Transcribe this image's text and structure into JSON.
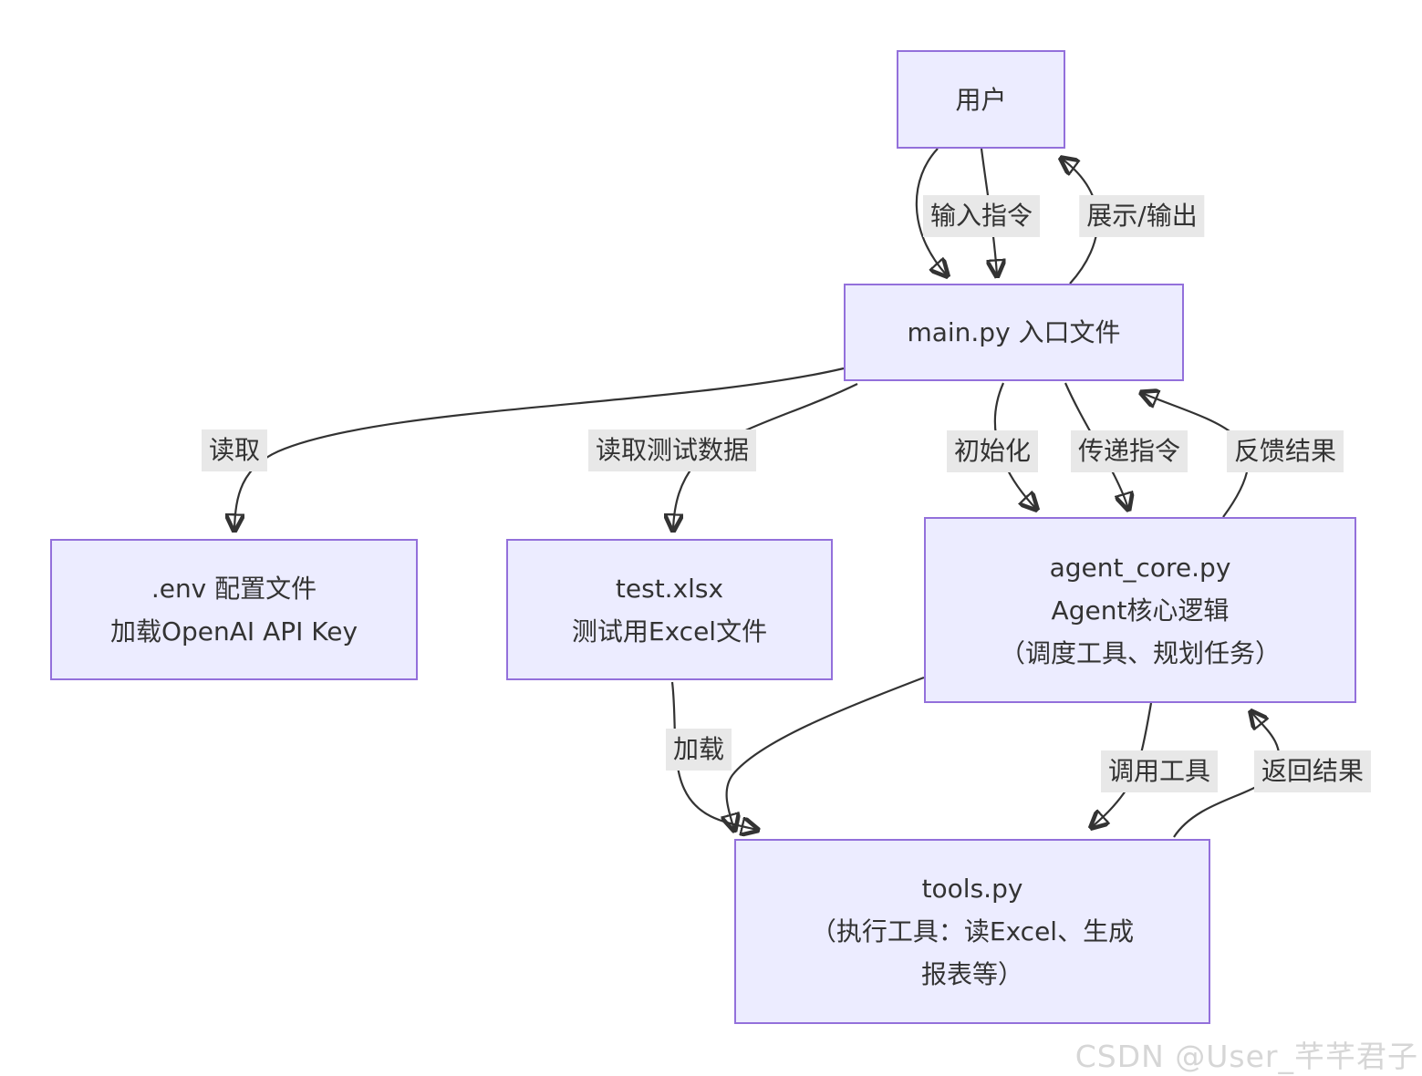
{
  "diagram": {
    "nodes": {
      "user": {
        "lines": [
          "用户"
        ]
      },
      "main": {
        "lines": [
          "main.py 入口文件"
        ]
      },
      "env": {
        "lines": [
          ".env 配置文件",
          "加载OpenAI API Key"
        ]
      },
      "test": {
        "lines": [
          "test.xlsx",
          "测试用Excel文件"
        ]
      },
      "agent": {
        "lines": [
          "agent_core.py",
          "Agent核心逻辑",
          "（调度工具、规划任务）"
        ]
      },
      "tools": {
        "lines": [
          "tools.py",
          "（执行工具：读Excel、生成",
          "报表等）"
        ]
      }
    },
    "edges": {
      "input_command": {
        "label": "输入指令",
        "from": "用户",
        "to": "main.py 入口文件"
      },
      "display_output": {
        "label": "展示/输出",
        "from": "main.py 入口文件",
        "to": "用户"
      },
      "read_env": {
        "label": "读取",
        "from": "main.py 入口文件",
        "to": ".env 配置文件"
      },
      "read_test_data": {
        "label": "读取测试数据",
        "from": "main.py 入口文件",
        "to": "test.xlsx"
      },
      "initialize": {
        "label": "初始化",
        "from": "main.py 入口文件",
        "to": "agent_core.py"
      },
      "pass_command": {
        "label": "传递指令",
        "from": "main.py 入口文件",
        "to": "agent_core.py"
      },
      "feedback_result": {
        "label": "反馈结果",
        "from": "agent_core.py",
        "to": "main.py 入口文件"
      },
      "load": {
        "label": "加载",
        "from": "test.xlsx",
        "to": "tools.py"
      },
      "call_tool": {
        "label": "调用工具",
        "from": "agent_core.py",
        "to": "tools.py"
      },
      "return_result": {
        "label": "返回结果",
        "from": "tools.py",
        "to": "agent_core.py"
      }
    },
    "colors": {
      "node_fill": "#ECECFF",
      "node_border": "#9370DB",
      "edge_stroke": "#333333",
      "edge_label_bg": "#e8e8e8",
      "text": "#333333",
      "watermark": "#d6d6d6"
    },
    "watermark": {
      "text": "CSDN @User_芊芊君子"
    }
  }
}
